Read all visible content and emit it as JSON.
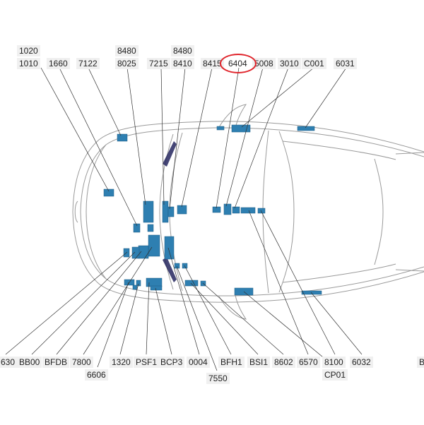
{
  "top_labels_upper": [
    "1020",
    "8480",
    "8480"
  ],
  "top_labels_lower": [
    "1010",
    "1660",
    "7122",
    "8025",
    "7215",
    "8410",
    "8415",
    "6404",
    "5008",
    "3010",
    "C001",
    "6031"
  ],
  "bottom_labels_upper": [
    "630",
    "BB00",
    "BFDB",
    "7800",
    "1320",
    "PSF1",
    "BCP3",
    "0004",
    "BFH1",
    "BSI1",
    "8602",
    "6570",
    "8100",
    "6032",
    "B"
  ],
  "bottom_labels_lower": [
    "6606",
    "7550",
    "CP01"
  ],
  "highlighted_label": "6404",
  "colors": {
    "component": "#2e7fb1",
    "highlight": "#e0242b",
    "leader": "#333333",
    "outline": "#9a9a9a"
  }
}
